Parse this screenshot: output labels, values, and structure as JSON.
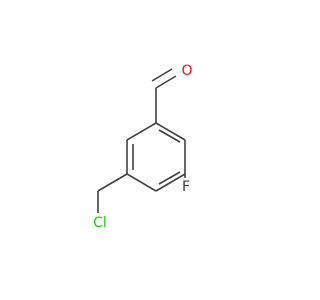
{
  "molecule": {
    "atoms": {
      "oxygen": {
        "label": "O",
        "color": "#ff0d0d"
      },
      "fluorine": {
        "label": "F",
        "color": "#3a3a3a"
      },
      "chlorine": {
        "label": "Cl",
        "color": "#1ec41e"
      }
    }
  }
}
